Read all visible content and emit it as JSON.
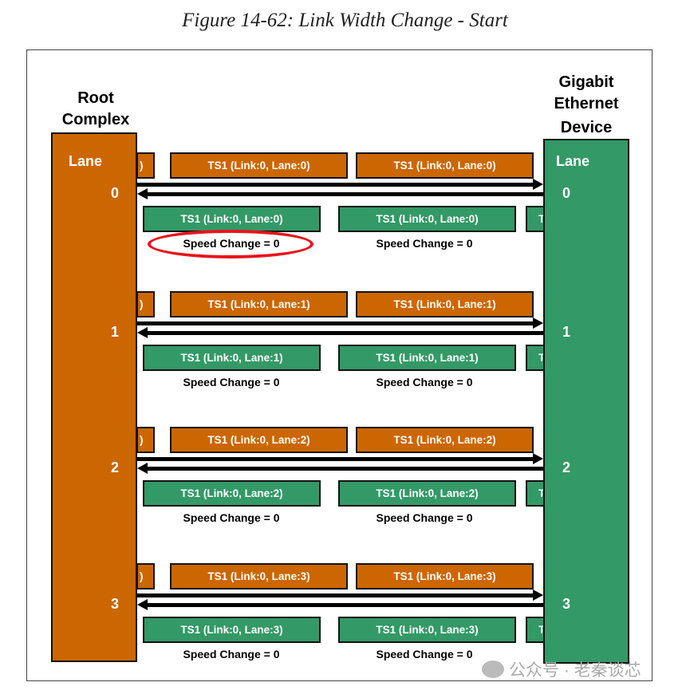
{
  "caption": "Figure 14-62: Link Width Change - Start",
  "left_device": {
    "title_line1": "Root",
    "title_line2": "Complex",
    "lane_label": "Lane",
    "color": "#cc6600"
  },
  "right_device": {
    "title_line1": "Gigabit",
    "title_line2": "Ethernet",
    "title_line3": "Device",
    "lane_label": "Lane",
    "color": "#339966"
  },
  "lanes": [
    {
      "number": "0",
      "downstream": [
        "TS1 (Link:0, Lane:0)",
        "TS1 (Link:0, Lane:0)"
      ],
      "upstream": [
        "TS1 (Link:0, Lane:0)",
        "TS1 (Link:0, Lane:0)"
      ],
      "speed": [
        "Speed Change = 0",
        "Speed Change = 0"
      ]
    },
    {
      "number": "1",
      "downstream": [
        "TS1 (Link:0, Lane:1)",
        "TS1 (Link:0, Lane:1)"
      ],
      "upstream": [
        "TS1 (Link:0, Lane:1)",
        "TS1 (Link:0, Lane:1)"
      ],
      "speed": [
        "Speed Change = 0",
        "Speed Change = 0"
      ]
    },
    {
      "number": "2",
      "downstream": [
        "TS1 (Link:0, Lane:2)",
        "TS1 (Link:0, Lane:2)"
      ],
      "upstream": [
        "TS1 (Link:0, Lane:2)",
        "TS1 (Link:0, Lane:2)"
      ],
      "speed": [
        "Speed Change = 0",
        "Speed Change = 0"
      ]
    },
    {
      "number": "3",
      "downstream": [
        "TS1 (Link:0, Lane:3)",
        "TS1 (Link:0, Lane:3)"
      ],
      "upstream": [
        "TS1 (Link:0, Lane:3)",
        "TS1 (Link:0, Lane:3)"
      ],
      "speed": [
        "Speed Change = 0",
        "Speed Change = 0"
      ]
    }
  ],
  "highlight": {
    "color": "#e8141b"
  },
  "watermark": "公众号 · 老秦谈芯"
}
